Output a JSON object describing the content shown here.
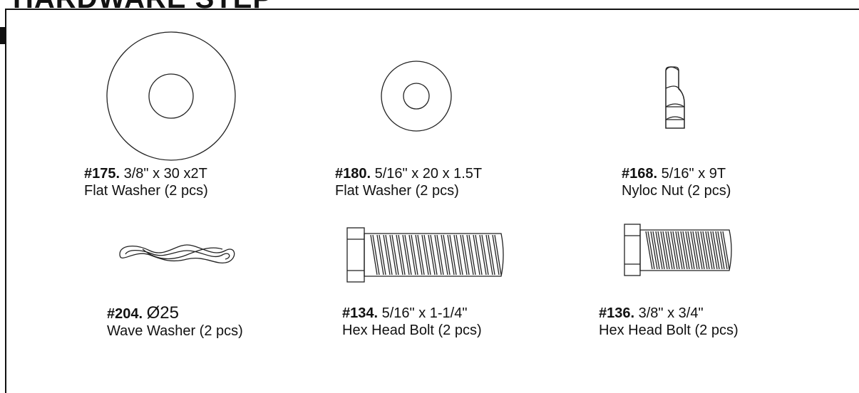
{
  "page": {
    "title": "HARDWARE STEP"
  },
  "parts": [
    {
      "number": "#175.",
      "spec": "3/8\" x 30 x2T",
      "name": "Flat Washer  (2 pcs)",
      "icon": "flat-washer-large-icon"
    },
    {
      "number": "#180.",
      "spec": "5/16\" x 20 x 1.5T",
      "name": "Flat Washer (2 pcs)",
      "icon": "flat-washer-small-icon"
    },
    {
      "number": "#168.",
      "spec": "5/16\" x 9T",
      "name": "Nyloc Nut (2 pcs)",
      "icon": "nyloc-nut-icon"
    },
    {
      "number": "#204.",
      "spec": "Ø25",
      "name": "Wave Washer (2 pcs)",
      "icon": "wave-washer-icon"
    },
    {
      "number": "#134.",
      "spec": "5/16\" x 1-1/4\"",
      "name": "Hex Head Bolt (2 pcs)",
      "icon": "hex-head-bolt-long-icon"
    },
    {
      "number": "#136.",
      "spec": "3/8\" x 3/4\"",
      "name": "Hex Head Bolt  (2 pcs)",
      "icon": "hex-head-bolt-short-icon"
    }
  ]
}
